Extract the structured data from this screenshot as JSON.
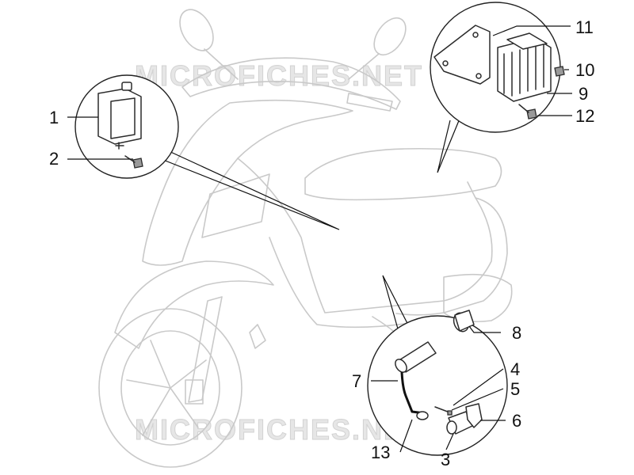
{
  "watermark": {
    "top": "MICROFICHES.NET",
    "bottom": "MICROFICHES.NET"
  },
  "callouts": [
    {
      "id": "1",
      "label": "1"
    },
    {
      "id": "2",
      "label": "2"
    },
    {
      "id": "3",
      "label": "3"
    },
    {
      "id": "4",
      "label": "4"
    },
    {
      "id": "5",
      "label": "5"
    },
    {
      "id": "6",
      "label": "6"
    },
    {
      "id": "7",
      "label": "7"
    },
    {
      "id": "8",
      "label": "8"
    },
    {
      "id": "9",
      "label": "9"
    },
    {
      "id": "10",
      "label": "10"
    },
    {
      "id": "11",
      "label": "11"
    },
    {
      "id": "12",
      "label": "12"
    },
    {
      "id": "13",
      "label": "13"
    }
  ]
}
